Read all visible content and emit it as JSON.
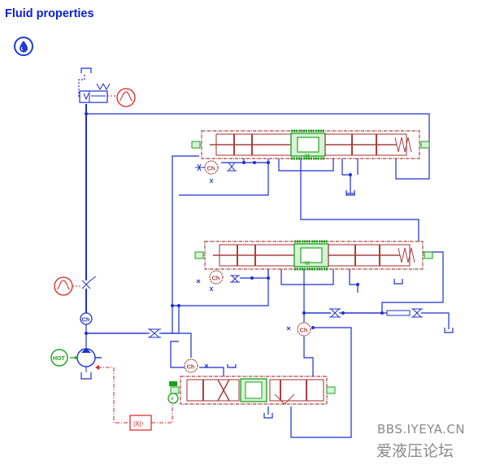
{
  "header": {
    "title": "Fluid properties",
    "fluid_icon": "droplet-icon"
  },
  "components": {
    "check_label": "Ch",
    "motor_label": "M",
    "heater_label": "HOT",
    "cross_label": "×"
  },
  "watermark": {
    "site": "BBS.IYEYA.CN",
    "forum": "爱液压论坛"
  },
  "colors": {
    "hydraulic": "#1e2fd0",
    "mechanical": "#a84040",
    "signal": "#e02020",
    "control": "#1aa01a",
    "background": "#ffffff"
  }
}
